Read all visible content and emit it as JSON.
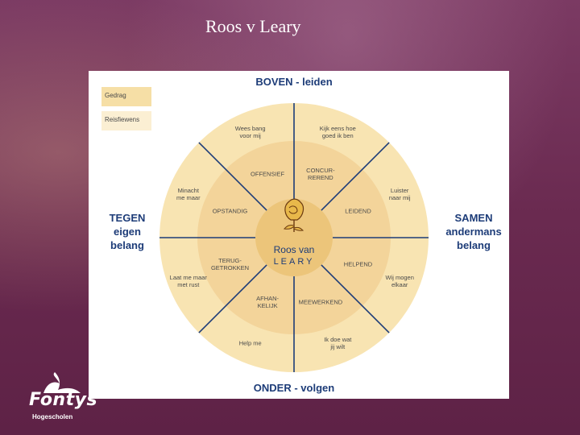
{
  "slide": {
    "title": "Roos v Leary"
  },
  "legend": {
    "item1": "Gedrag",
    "item2": "Reisfiewens"
  },
  "directions": {
    "top": "BOVEN - leiden",
    "bottom": "ONDER - volgen",
    "left": [
      "TEGEN",
      "eigen",
      "belang"
    ],
    "right": [
      "SAMEN",
      "andermans",
      "belang"
    ]
  },
  "center": {
    "line1": "Roos van",
    "line2": "LEARY"
  },
  "inner_segments": [
    "CONCUR-\nREREND",
    "LEIDEND",
    "HELPEND",
    "MEEWERKEND",
    "AFHAN-\nKELIJK",
    "TERUG-\nGETROKKEN",
    "OPSTANDIG",
    "OFFENSIEF"
  ],
  "outer_segments": [
    "Kijk eens hoe\ngoed ik ben",
    "Luister\nnaar mij",
    "Wij mogen\nelkaar",
    "Ik doe wat\njij wilt",
    "Help me",
    "Laat me maar\nmet rust",
    "Minacht\nme maar",
    "Wees bang\nvoor mij"
  ],
  "logo": {
    "name": "Fontys",
    "sub": "Hogescholen"
  },
  "colors": {
    "ring_outer": "#f8e4b2",
    "ring_inner": "#f3d49a",
    "center": "#ecc57a",
    "lines": "#1d3c78",
    "heading": "#1d3c78"
  }
}
